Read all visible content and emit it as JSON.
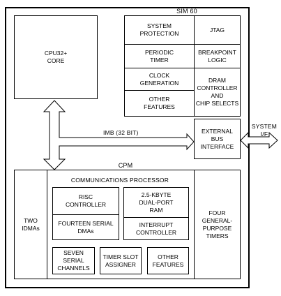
{
  "sim60": {
    "title": "SIM 60",
    "cpu_core": "CPU32+\nCORE",
    "system_protection": "SYSTEM\nPROTECTION",
    "jtag": "JTAG",
    "periodic_timer": "PERIODIC\nTIMER",
    "breakpoint_logic": "BREAKPOINT\nLOGIC",
    "clock_generation": "CLOCK\nGENERATION",
    "dram_controller": "DRAM\nCONTROLLER\nAND\nCHIP SELECTS",
    "other_features": "OTHER\nFEATURES",
    "external_bus_interface": "EXTERNAL\nBUS\nINTERFACE"
  },
  "bus": {
    "imb_label": "IMB (32 BIT)",
    "system_if_label": "SYSTEM\nI/F"
  },
  "cpm": {
    "title": "CPM",
    "two_idmas": "TWO\nIDMAs",
    "communications_processor": "COMMUNICATIONS  PROCESSOR",
    "risc_controller": "RISC\nCONTROLLER",
    "fourteen_serial_dmas": "FOURTEEN SERIAL\nDMAs",
    "dual_port_ram": "2.5-KBYTE\nDUAL-PORT\nRAM",
    "interrupt_controller": "INTERRUPT\nCONTROLLER",
    "four_timers": "FOUR\nGENERAL-\nPURPOSE\nTIMERS",
    "seven_serial_channels": "SEVEN\nSERIAL\nCHANNELS",
    "timer_slot_assigner": "TIMER SLOT\nASSIGNER",
    "other_features": "OTHER\nFEATURES"
  }
}
